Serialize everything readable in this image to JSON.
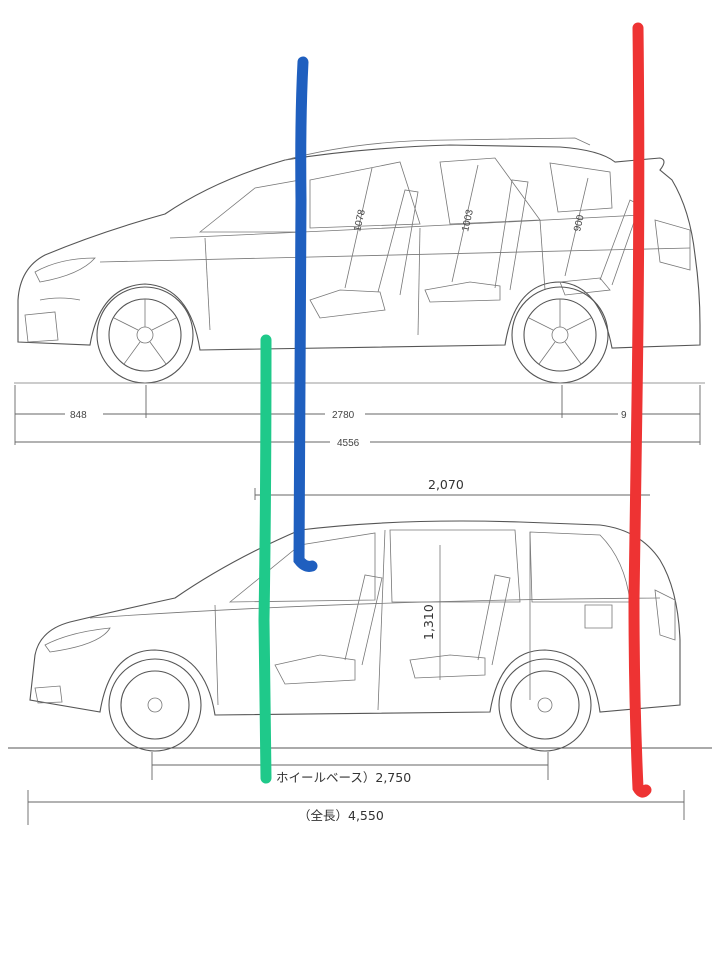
{
  "top_car": {
    "interior_dims": [
      "1078",
      "1003",
      "900"
    ],
    "dims": {
      "front_overhang": "848",
      "wheelbase": "2780",
      "rear_overhang": "9",
      "overall_length": "4556"
    }
  },
  "bottom_car": {
    "interior_dims": [
      "1,310"
    ],
    "dims": {
      "interior_length": "2,070",
      "wheelbase": "ホイールベース）2,750",
      "overall_length": "（全長）4,550"
    }
  },
  "markers": [
    {
      "name": "blue-marker",
      "color": "#1f5fbf"
    },
    {
      "name": "green-marker",
      "color": "#1fc98a"
    },
    {
      "name": "red-marker",
      "color": "#ee3333"
    }
  ]
}
